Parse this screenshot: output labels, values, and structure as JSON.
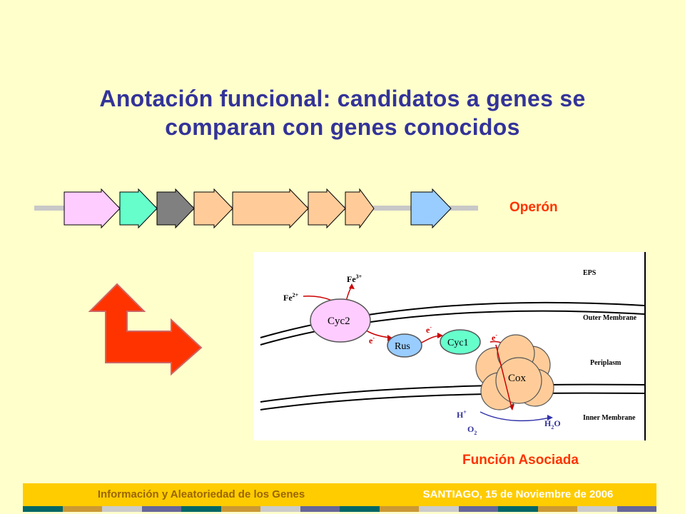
{
  "slide": {
    "title_line1": "Anotación funcional: candidatos a genes se",
    "title_line2": "comparan con genes conocidos",
    "operon_label": "Operón",
    "function_label": "Función Asociada"
  },
  "operon": {
    "genes": [
      {
        "color": "#FFCCFF"
      },
      {
        "color": "#66FFCC"
      },
      {
        "color": "#808080"
      },
      {
        "color": "#FFCC99"
      },
      {
        "color": "#FFCC99"
      },
      {
        "color": "#FFCC99"
      },
      {
        "color": "#FFCC99"
      },
      {
        "color": "#99CCFF"
      }
    ]
  },
  "figure": {
    "layers": {
      "eps": "EPS",
      "outer": "Outer Membrane",
      "periplasm": "Periplasm",
      "inner": "Inner Membrane"
    },
    "proteins": {
      "cyc2": "Cyc2",
      "rus": "Rus",
      "cyc1": "Cyc1",
      "cox": "Cox"
    },
    "species": {
      "fe3": "Fe",
      "fe3_sup": "3+",
      "fe2": "Fe",
      "fe2_sup": "2+",
      "e1": "e",
      "e2": "e",
      "e3": "e",
      "e_sup": "-",
      "h": "H",
      "h_sup": "+",
      "o2": "O",
      "o2_sub": "2",
      "h2o_h": "H",
      "h2o_sub": "2",
      "h2o_o": "O"
    }
  },
  "footer": {
    "left": "Información y Aleatoriedad de los Genes",
    "right": "SANTIAGO, 15 de Noviembre de 2006"
  },
  "colors": {
    "title": "#333399",
    "accent_red": "#FF3300",
    "background": "#FFFFCC",
    "footer": "#FFCC00"
  }
}
